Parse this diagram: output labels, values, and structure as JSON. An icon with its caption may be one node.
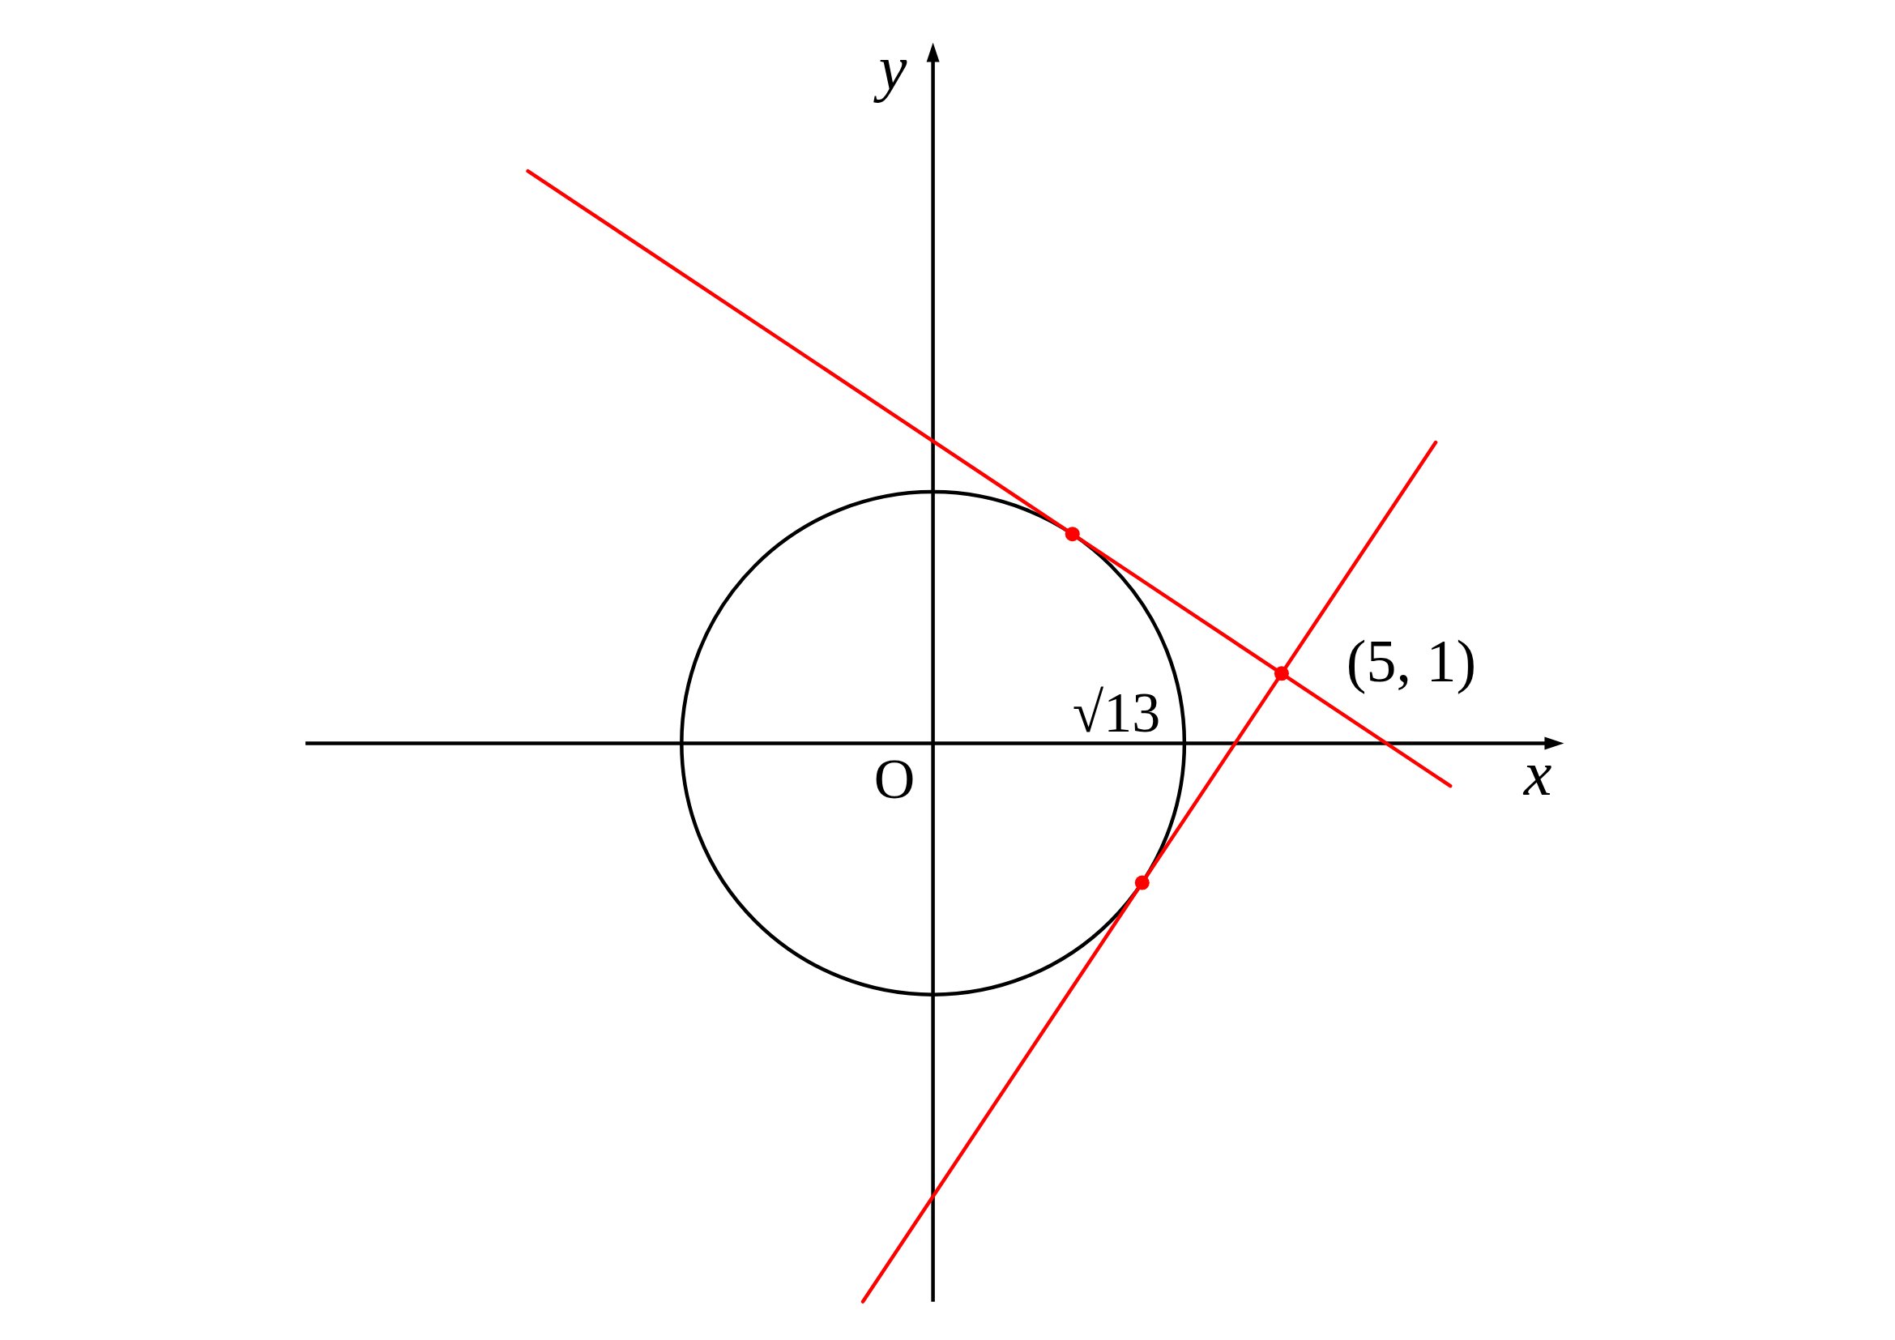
{
  "diagram": {
    "labels": [
      "y",
      "x",
      "O",
      "√13",
      "(5, 1)"
    ]
  }
}
